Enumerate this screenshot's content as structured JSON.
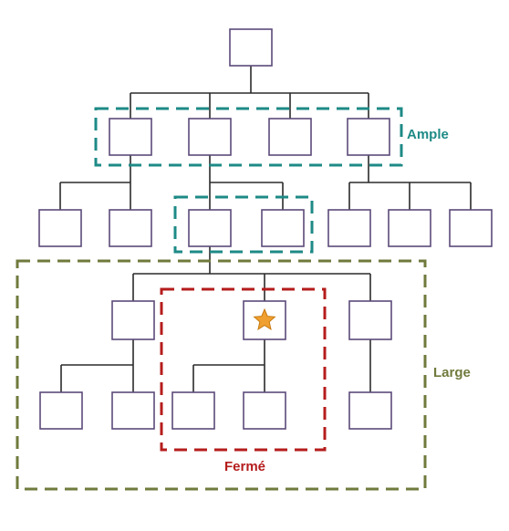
{
  "labels": {
    "ample": "Ample",
    "large": "Large",
    "ferme": "Fermé"
  },
  "colors": {
    "ample": "#1e8a86",
    "large": "#6f7a3c",
    "ferme": "#b51c1c",
    "node_border": "#5b4a7a",
    "edge": "#2b2b2b",
    "star": "#f0a030"
  },
  "icons": {
    "target": "star-icon"
  }
}
